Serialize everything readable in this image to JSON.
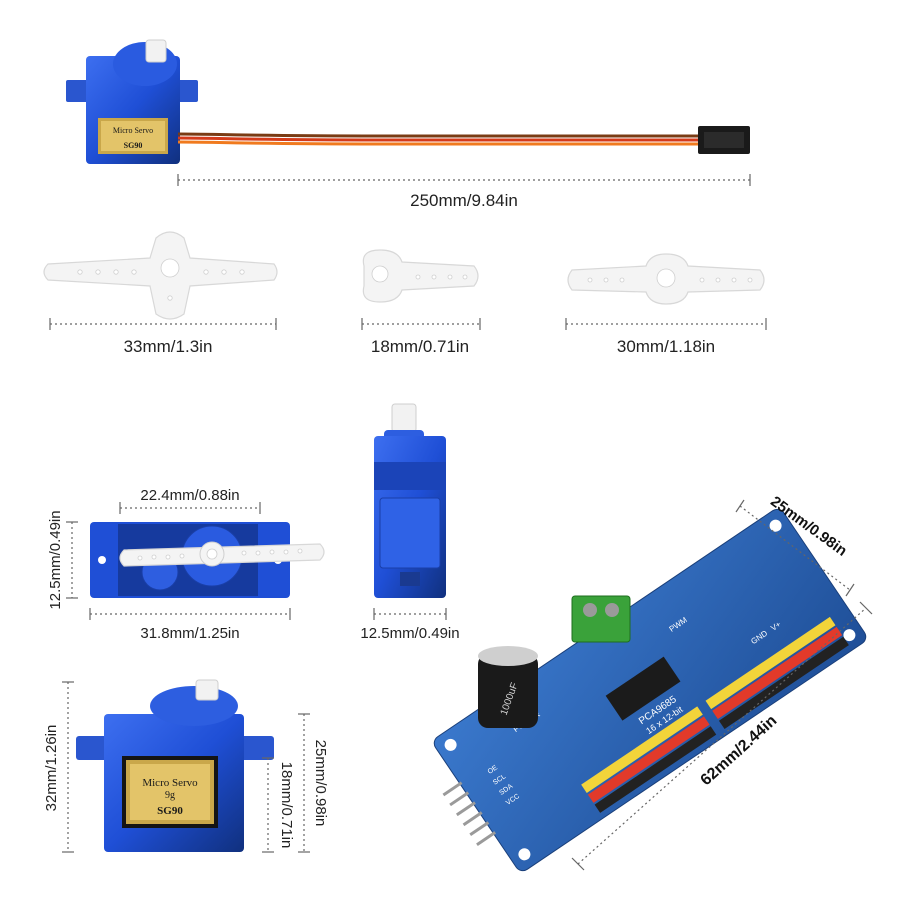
{
  "dimensions": {
    "cable_length": "250mm/9.84in",
    "horn_double": "33mm/1.3in",
    "horn_single": "18mm/0.71in",
    "horn_long": "30mm/1.18in",
    "top_inner_width": "22.4mm/0.88in",
    "top_height": "12.5mm/0.49in",
    "top_total_width": "31.8mm/1.25in",
    "side_width": "12.5mm/0.49in",
    "front_total_height": "32mm/1.26in",
    "front_body_height": "25mm/0.98in",
    "front_inner_height": "18mm/0.71in",
    "board_width": "25mm/0.98in",
    "board_length": "62mm/2.44in"
  },
  "servo_label": {
    "line1": "Micro Servo",
    "line2": "9g",
    "model": "SG90"
  },
  "board_text": {
    "chip": "PCA9685",
    "channels": "16 x 12-bit",
    "power": "POWER",
    "pwm": "PWM",
    "gnd": "GND",
    "v_plus": "V+",
    "oe": "OE",
    "scl": "SCL",
    "sda": "SDA",
    "vcc": "VCC",
    "capacitor": "1000uF"
  },
  "colors": {
    "servo_blue": "#1f4fd6",
    "board_blue": "#2a63b8",
    "terminal_green": "#3aa23a",
    "cable_orange": "#f07a1e",
    "cable_red": "#d43a1a",
    "cable_brown": "#7a3b14"
  },
  "icons": [
    "servo-motor-image",
    "servo-horn-image",
    "pwm-driver-board-image"
  ]
}
